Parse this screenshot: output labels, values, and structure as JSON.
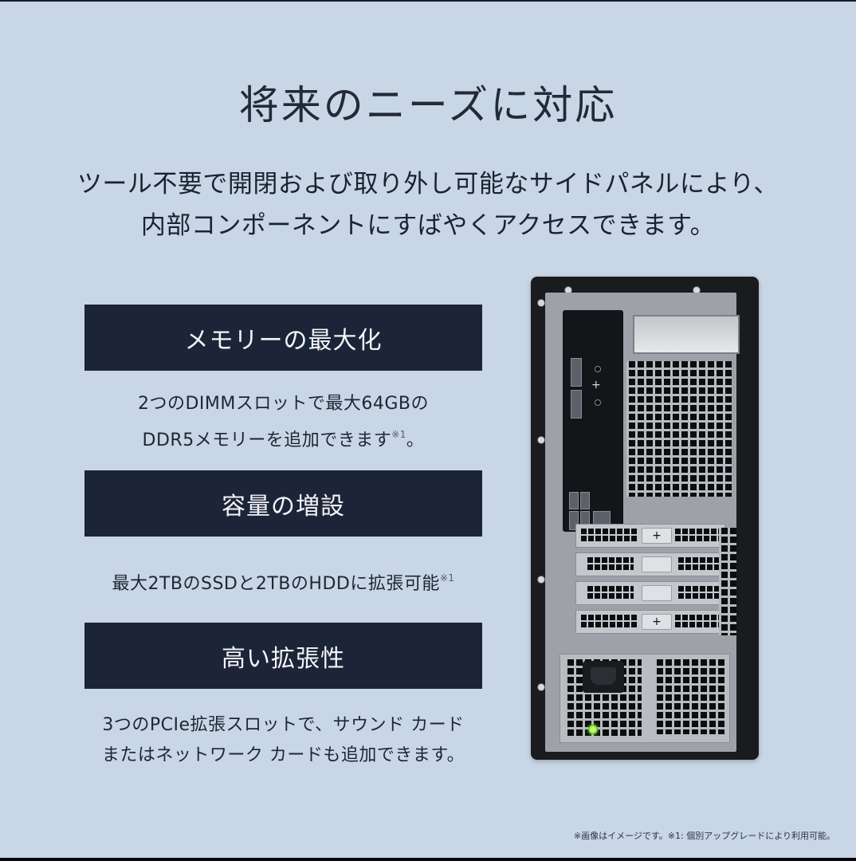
{
  "page": {
    "title": "将来のニーズに対応",
    "subtitle_lines": [
      "ツール不要で開閉および取り外し可能なサイドパネルにより、",
      "内部コンポーネントにすばやくアクセスできます。"
    ]
  },
  "features": [
    {
      "heading": "メモリーの最大化",
      "desc_lines": [
        "2つのDIMMスロットで最大64GBの",
        "DDR5メモリーを追加できます"
      ],
      "desc_note": "※1",
      "desc_suffix": "。"
    },
    {
      "heading": "容量の増設",
      "desc_lines": [
        "最大2TBのSSDと2TBのHDDに拡張可能"
      ],
      "desc_note": "※1",
      "desc_suffix": ""
    },
    {
      "heading": "高い拡張性",
      "desc_lines": [
        "3つのPCIe拡張スロットで、サウンド カード",
        "またはネットワーク カードも追加できます。"
      ],
      "desc_note": "",
      "desc_suffix": ""
    }
  ],
  "product_image": {
    "alt": "デスクトップタワー背面",
    "slot_tab_plus": "+",
    "slot_tab_blank": ""
  },
  "footnote": "※画像はイメージです。※1: 個別アップグレードにより利用可能。",
  "colors": {
    "background": "#c8d6e6",
    "heading_box": "#1c2538",
    "heading_text": "#f2f4f7",
    "body_text": "#1f2633",
    "power_led": "#7ddc2c"
  }
}
